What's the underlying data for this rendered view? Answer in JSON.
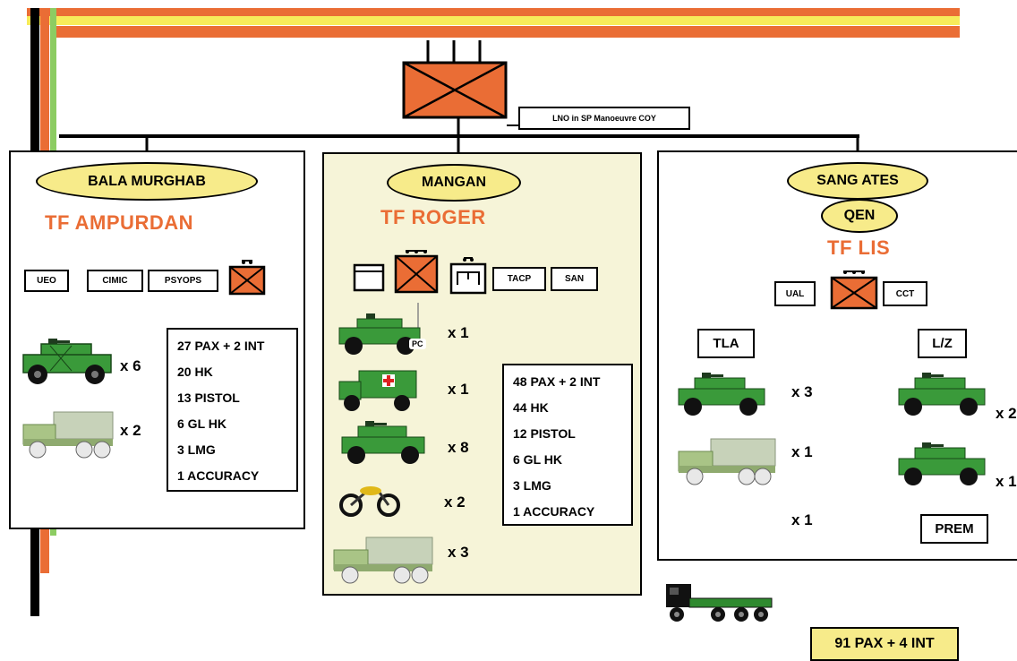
{
  "lno": {
    "label": "LNO in SP Manoeuvre COY"
  },
  "left": {
    "location": "BALA MURGHAB",
    "task_force": "TF  AMPURDAN",
    "tags": [
      "UEO",
      "CIMIC",
      "PSYOPS"
    ],
    "vehicles": [
      {
        "icon": "humvee-gun-icon",
        "count": "x 6"
      },
      {
        "icon": "truck-icon",
        "count": "x 2"
      }
    ],
    "stats": [
      "27 PAX + 2 INT",
      "20 HK",
      "13 PISTOL",
      "6 GL HK",
      "3 LMG",
      "1 ACCURACY"
    ]
  },
  "center": {
    "location": "MANGAN",
    "task_force": "TF  ROGER",
    "tags": [
      "TACP",
      "SAN"
    ],
    "vehicles": [
      {
        "icon": "humvee-pc-icon",
        "count": "x 1",
        "label": "PC"
      },
      {
        "icon": "ambulance-icon",
        "count": "x 1"
      },
      {
        "icon": "humvee-gun-icon",
        "count": "x 8"
      },
      {
        "icon": "motorcycle-icon",
        "count": "x 2"
      },
      {
        "icon": "truck-icon",
        "count": "x 3"
      }
    ],
    "stats": [
      "48 PAX + 2 INT",
      "44 HK",
      "12 PISTOL",
      "6 GL HK",
      "3 LMG",
      "1 ACCURACY"
    ]
  },
  "right": {
    "location": "SANG ATES",
    "sub_location": "QEN",
    "task_force": "TF  LIS",
    "tags": [
      "UAL",
      "CCT"
    ],
    "groups": [
      "TLA",
      "L/Z",
      "PREM"
    ],
    "counts": [
      "x 3",
      "x 1",
      "x 1",
      "x 2",
      "x 1"
    ]
  },
  "total": "91 PAX + 4 INT",
  "colors": {
    "orange": "#ea6d35",
    "yellow": "#f7eb8a",
    "panel_bg": "#f6f4d8",
    "green": "#2f8a2f"
  }
}
